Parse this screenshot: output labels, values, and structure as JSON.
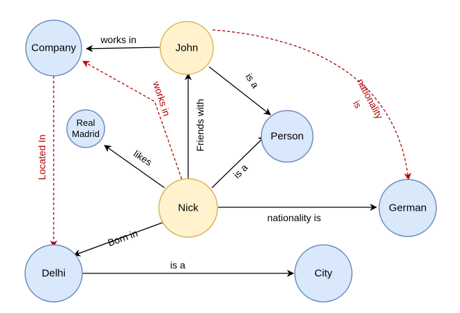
{
  "nodes": {
    "company": "Company",
    "john": "John",
    "real_madrid_line1": "Real",
    "real_madrid_line2": "Madrid",
    "person": "Person",
    "nick": "Nick",
    "german": "German",
    "delhi": "Delhi",
    "city": "City"
  },
  "edges": {
    "john_works_in": "works in",
    "john_is_a": "is a",
    "friends_with": "Friends with",
    "nick_works_in": "works in",
    "john_nationality_line1": "nationality",
    "john_nationality_line2": "is",
    "located_in": "Located In",
    "likes": "likes",
    "nick_is_a": "is a",
    "nick_nationality": "nationality is",
    "born_in": "Born in",
    "delhi_is_a": "is a"
  },
  "colors": {
    "blue_fill": "#dae8fc",
    "blue_stroke": "#6c8ebf",
    "yellow_fill": "#fff2cc",
    "yellow_stroke": "#d6b656",
    "red_dashed": "#b20000"
  }
}
